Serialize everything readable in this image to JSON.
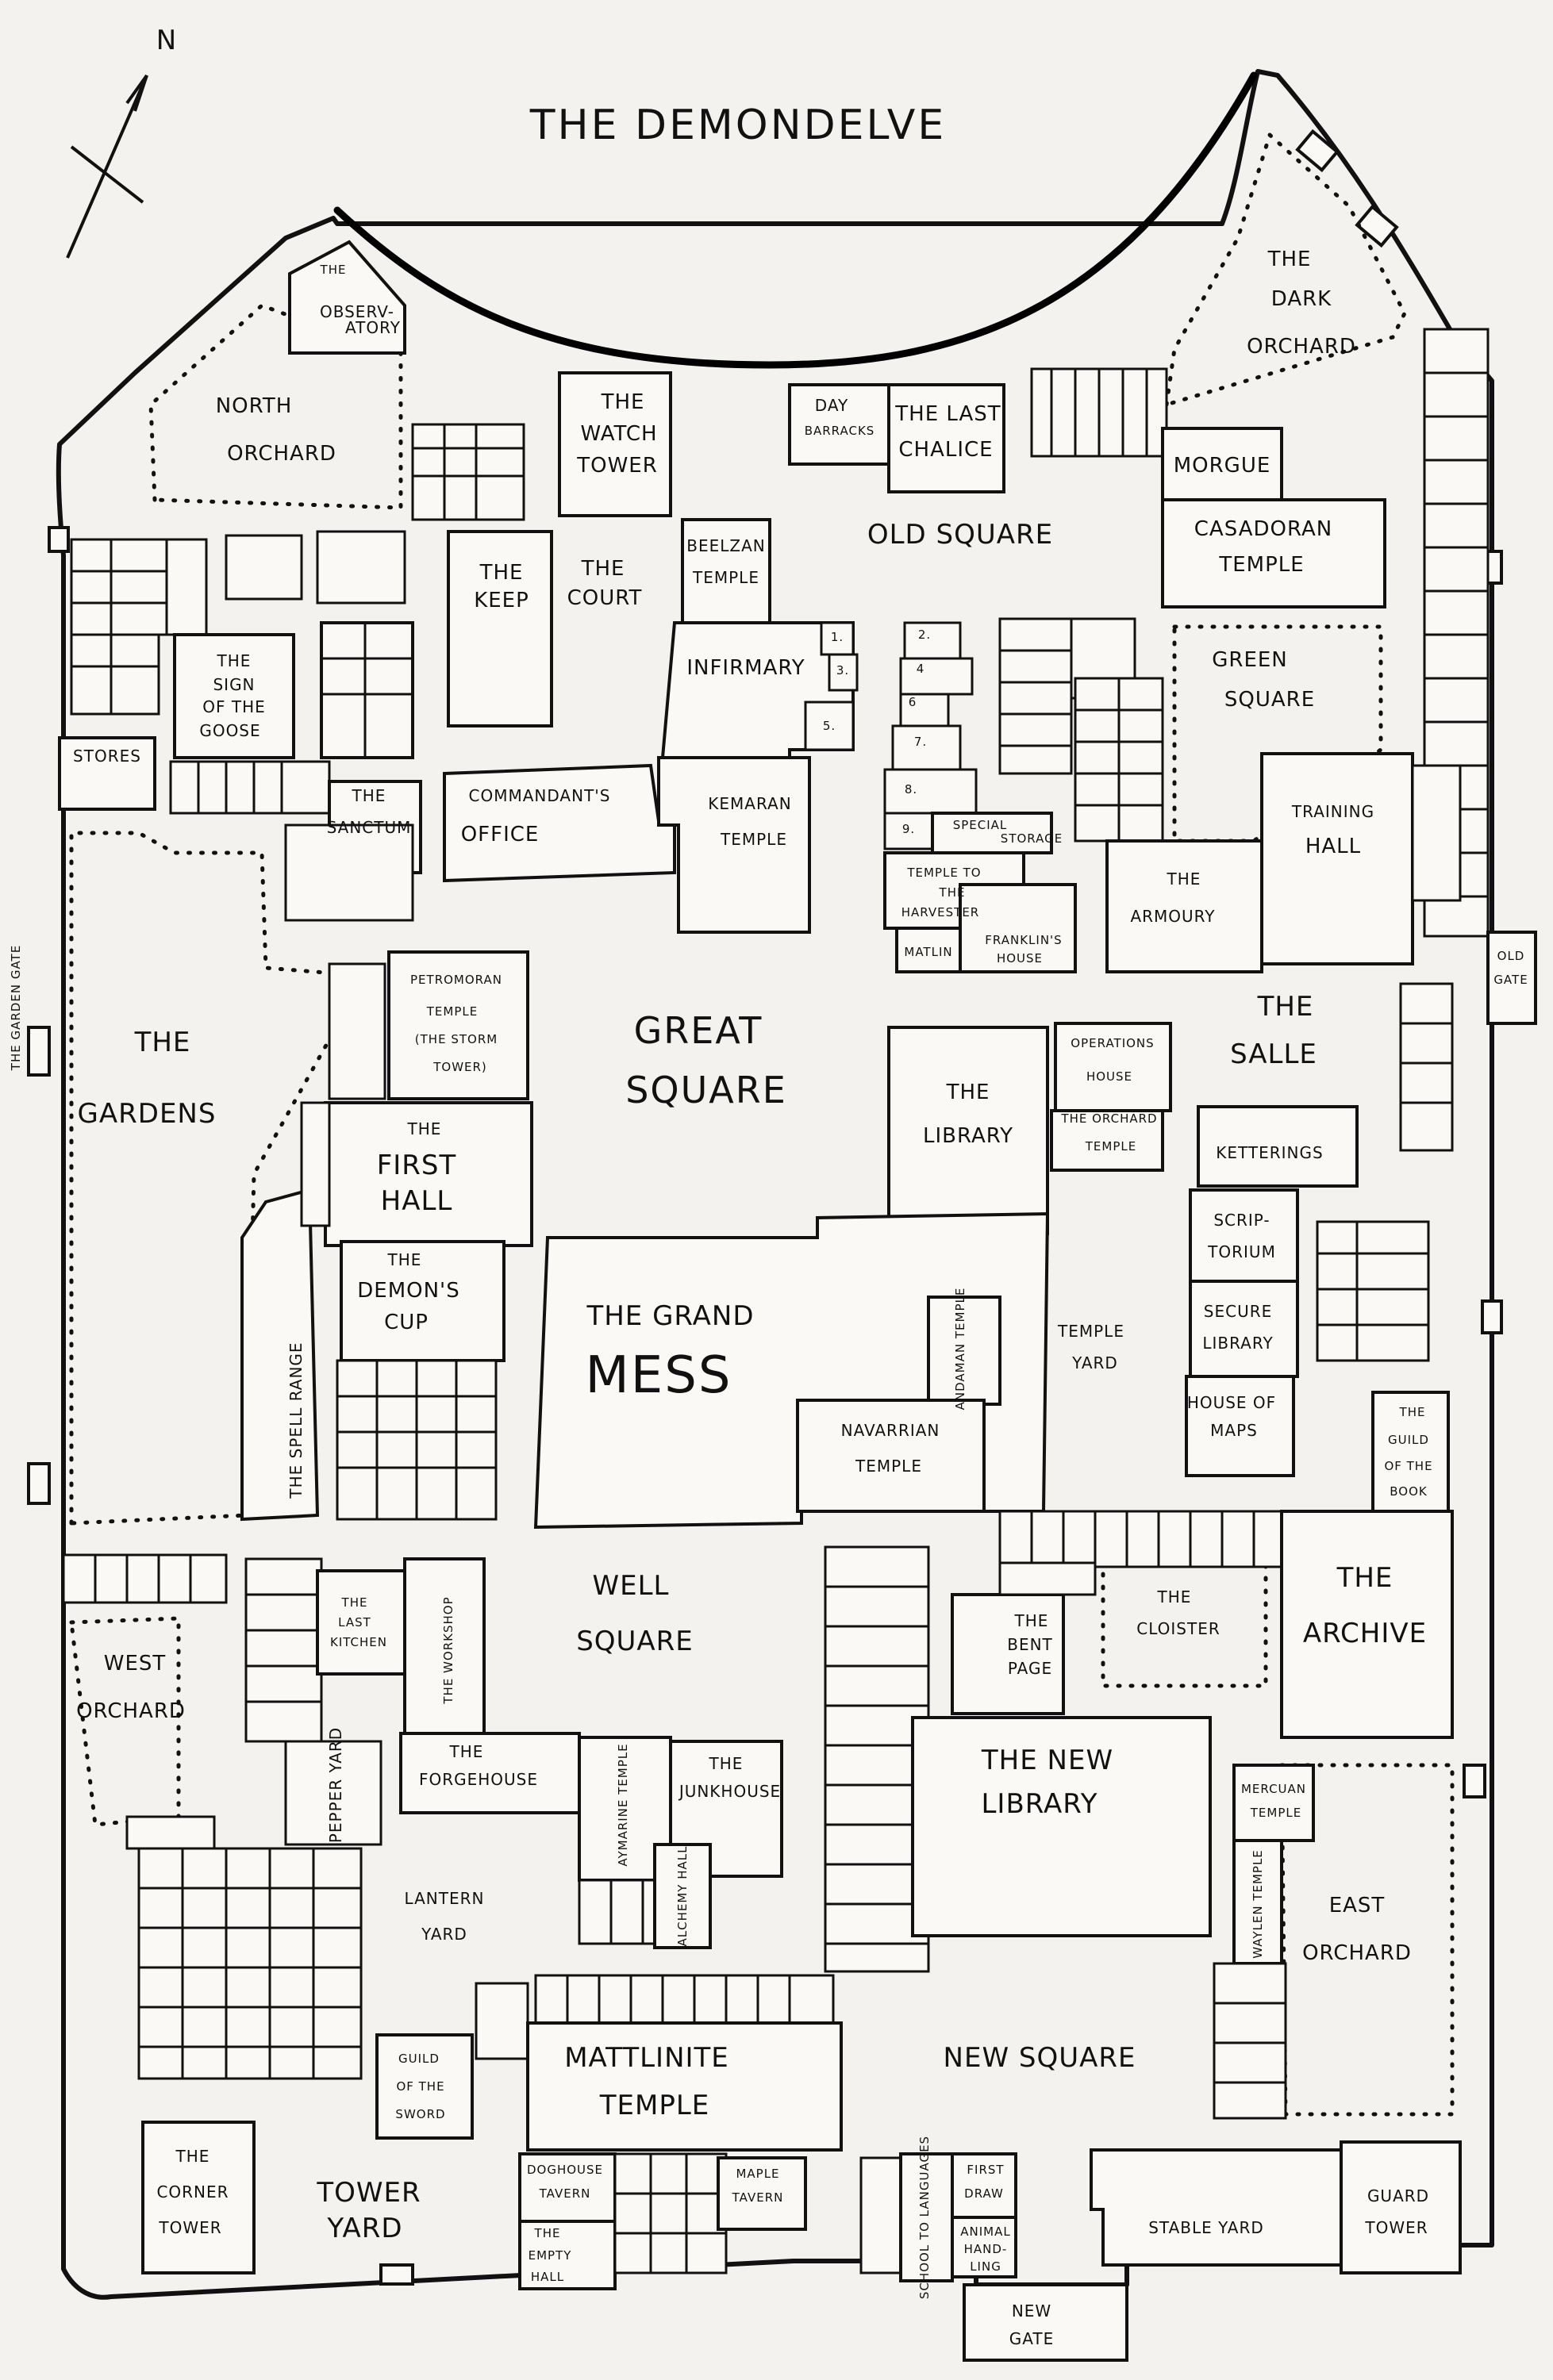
{
  "title": "THE DEMONDELVE",
  "compass": {
    "letter": "N",
    "icon": "north-arrow-icon"
  },
  "colors": {
    "ink": "#111111",
    "paper": "#f4f2ee"
  },
  "labels": {
    "observatory_1": "THE",
    "observatory_2": "OBSERV-",
    "observatory_3": "ATORY",
    "north_orchard_1": "NORTH",
    "north_orchard_2": "ORCHARD",
    "watch_tower_1": "THE",
    "watch_tower_2": "WATCH",
    "watch_tower_3": "TOWER",
    "day_barracks_1": "DAY",
    "day_barracks_2": "BARRACKS",
    "last_chalice_1": "THE LAST",
    "last_chalice_2": "CHALICE",
    "dark_orchard_1": "THE",
    "dark_orchard_2": "DARK",
    "dark_orchard_3": "ORCHARD",
    "morgue": "MORGUE",
    "casadoran_1": "CASADORAN",
    "casadoran_2": "TEMPLE",
    "old_square": "OLD SQUARE",
    "beelzan_1": "BEELZAN",
    "beelzan_2": "TEMPLE",
    "keep_1": "THE",
    "keep_2": "KEEP",
    "court_1": "THE",
    "court_2": "COURT",
    "infirmary": "INFIRMARY",
    "n1": "1.",
    "n2": "2.",
    "n3": "3.",
    "n4": "4",
    "n5": "5.",
    "n6": "6",
    "n7": "7.",
    "n8": "8.",
    "n9": "9.",
    "goose_1": "THE",
    "goose_2": "SIGN",
    "goose_3": "OF THE",
    "goose_4": "GOOSE",
    "stores": "STORES",
    "sanctum_1": "THE",
    "sanctum_2": "SANCTUM",
    "commandant_1": "COMMANDANT'S",
    "commandant_2": "OFFICE",
    "kemaran_1": "KEMARAN",
    "kemaran_2": "TEMPLE",
    "special_1": "SPECIAL",
    "special_2": "STORAGE",
    "harvester_1": "TEMPLE TO",
    "harvester_2": "THE",
    "harvester_3": "HARVESTER",
    "matlin": "MATLIN",
    "franklin_1": "FRANKLIN'S",
    "franklin_2": "HOUSE",
    "green_square_1": "GREEN",
    "green_square_2": "SQUARE",
    "training_1": "TRAINING",
    "training_2": "HALL",
    "armoury_1": "THE",
    "armoury_2": "ARMOURY",
    "old_gate_1": "OLD",
    "old_gate_2": "GATE",
    "garden_gate": "THE GARDEN GATE",
    "gardens_1": "THE",
    "gardens_2": "GARDENS",
    "petromoran_1": "PETROMORAN",
    "petromoran_2": "TEMPLE",
    "petromoran_3": "(THE STORM",
    "petromoran_4": "TOWER)",
    "great_square_1": "GREAT",
    "great_square_2": "SQUARE",
    "operations_1": "OPERATIONS",
    "operations_2": "HOUSE",
    "library_1": "THE",
    "library_2": "LIBRARY",
    "orchard_temple_1": "THE ORCHARD",
    "orchard_temple_2": "TEMPLE",
    "salle_1": "THE",
    "salle_2": "SALLE",
    "first_hall_1": "THE",
    "first_hall_2": "FIRST",
    "first_hall_3": "HALL",
    "ketterings": "KETTERINGS",
    "scriptorium_1": "SCRIP-",
    "scriptorium_2": "TORIUM",
    "demons_cup_1": "THE",
    "demons_cup_2": "DEMON'S",
    "demons_cup_3": "CUP",
    "grand_mess_1": "THE GRAND",
    "grand_mess_2": "MESS",
    "andaman": "ANDAMAN TEMPLE",
    "temple_yard_1": "TEMPLE",
    "temple_yard_2": "YARD",
    "secure_library_1": "SECURE",
    "secure_library_2": "LIBRARY",
    "house_maps_1": "HOUSE OF",
    "house_maps_2": "MAPS",
    "guild_book_1": "THE",
    "guild_book_2": "GUILD",
    "guild_book_3": "OF THE",
    "guild_book_4": "BOOK",
    "spell_range": "THE SPELL RANGE",
    "navarrian_1": "NAVARRIAN",
    "navarrian_2": "TEMPLE",
    "well_square_1": "WELL",
    "well_square_2": "SQUARE",
    "last_kitchen_1": "THE",
    "last_kitchen_2": "LAST",
    "last_kitchen_3": "KITCHEN",
    "workshop": "THE WORKSHOP",
    "cloister_1": "THE",
    "cloister_2": "CLOISTER",
    "archive_1": "THE",
    "archive_2": "ARCHIVE",
    "bent_page_1": "THE",
    "bent_page_2": "BENT",
    "bent_page_3": "PAGE",
    "west_orchard_1": "WEST",
    "west_orchard_2": "ORCHARD",
    "pepper_yard": "PEPPER YARD",
    "forgehouse_1": "THE",
    "forgehouse_2": "FORGEHOUSE",
    "aymarine": "AYMARINE TEMPLE",
    "junkhouse_1": "THE",
    "junkhouse_2": "JUNKHOUSE",
    "new_library_1": "THE NEW",
    "new_library_2": "LIBRARY",
    "mercuan_1": "MERCUAN",
    "mercuan_2": "TEMPLE",
    "waylen": "WAYLEN TEMPLE",
    "east_orchard_1": "EAST",
    "east_orchard_2": "ORCHARD",
    "lantern_yard_1": "LANTERN",
    "lantern_yard_2": "YARD",
    "alchemy_hall": "ALCHEMY HALL",
    "guild_sword_1": "GUILD",
    "guild_sword_2": "OF THE",
    "guild_sword_3": "SWORD",
    "mattlinite_1": "MATTLINITE",
    "mattlinite_2": "TEMPLE",
    "new_square": "NEW SQUARE",
    "corner_tower_1": "THE",
    "corner_tower_2": "CORNER",
    "corner_tower_3": "TOWER",
    "tower_yard_1": "TOWER",
    "tower_yard_2": "YARD",
    "doghouse_1": "DOGHOUSE",
    "doghouse_2": "TAVERN",
    "empty_hall_1": "THE",
    "empty_hall_2": "EMPTY",
    "empty_hall_3": "HALL",
    "maple_1": "MAPLE",
    "maple_2": "TAVERN",
    "school_languages": "SCHOOL TO LANGUAGES",
    "first_draw_1": "FIRST",
    "first_draw_2": "DRAW",
    "animal_1": "ANIMAL",
    "animal_2": "HAND-",
    "animal_3": "LING",
    "stable_yard": "STABLE YARD",
    "guard_tower_1": "GUARD",
    "guard_tower_2": "TOWER",
    "new_gate_1": "NEW",
    "new_gate_2": "GATE"
  }
}
